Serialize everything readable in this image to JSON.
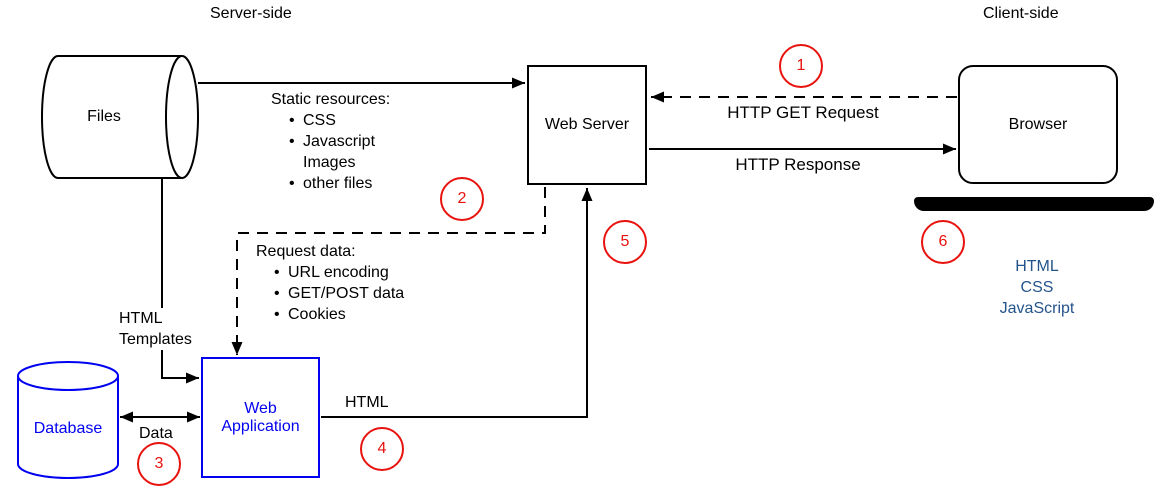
{
  "regions": {
    "server_side": "Server-side",
    "client_side": "Client-side"
  },
  "nodes": {
    "files": {
      "label": "Files"
    },
    "web_server": {
      "label": "Web Server"
    },
    "browser": {
      "label": "Browser"
    },
    "database": {
      "label": "Database"
    },
    "web_application": {
      "line1": "Web",
      "line2": "Application"
    }
  },
  "notes": {
    "static_resources": {
      "title": "Static resources:",
      "items": [
        {
          "bullet": "•",
          "text": "CSS"
        },
        {
          "bullet": "•",
          "text": "Javascript"
        },
        {
          "bullet": "",
          "text": "Images"
        },
        {
          "bullet": "•",
          "text": "other files"
        }
      ]
    },
    "request_data": {
      "title": "Request data:",
      "items": [
        {
          "bullet": "•",
          "text": "URL encoding"
        },
        {
          "bullet": "•",
          "text": "GET/POST data"
        },
        {
          "bullet": "•",
          "text": "Cookies"
        }
      ]
    }
  },
  "edges": {
    "http_get_request": "HTTP GET Request",
    "http_response": "HTTP Response",
    "data": "Data",
    "html": "HTML"
  },
  "labels": {
    "html_templates": {
      "line1": "HTML",
      "line2": "Templates"
    }
  },
  "client_stack": [
    "HTML",
    "CSS",
    "JavaScript"
  ],
  "steps": [
    "1",
    "2",
    "3",
    "4",
    "5",
    "6"
  ],
  "colors": {
    "node_blue": "#0202f0",
    "step_red": "#e8120e",
    "client_stack_blue": "#24548c",
    "line_black": "#000000"
  }
}
